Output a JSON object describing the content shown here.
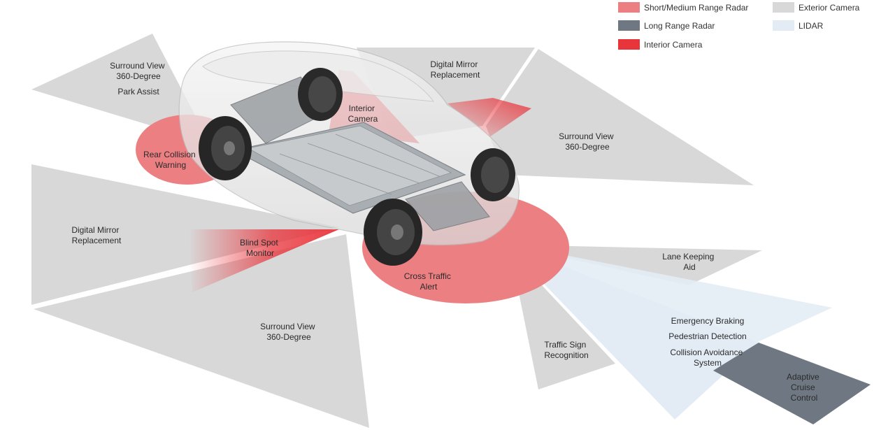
{
  "colors": {
    "short_medium_radar": "#ec7f82",
    "long_range_radar": "#6f7882",
    "interior_camera": "#e8343b",
    "exterior_camera": "#d8d8d8",
    "lidar": "#e3ecf5"
  },
  "legend": {
    "short_medium_radar": "Short/Medium Range Radar",
    "long_range_radar": "Long Range Radar",
    "interior_camera": "Interior Camera",
    "exterior_camera": "Exterior Camera",
    "lidar": "LIDAR"
  },
  "labels": {
    "surround_view_rear_top": [
      "Surround View",
      "360-Degree"
    ],
    "park_assist": "Park Assist",
    "rear_collision_warning": [
      "Rear Collision",
      "Warning"
    ],
    "interior_camera": [
      "Interior",
      "Camera"
    ],
    "digital_mirror_right": [
      "Digital Mirror",
      "Replacement"
    ],
    "surround_view_right": [
      "Surround View",
      "360-Degree"
    ],
    "digital_mirror_left": [
      "Digital Mirror",
      "Replacement"
    ],
    "blind_spot_monitor": [
      "Blind Spot",
      "Monitor"
    ],
    "cross_traffic_alert": [
      "Cross Traffic",
      "Alert"
    ],
    "lane_keeping_aid": [
      "Lane Keeping",
      "Aid"
    ],
    "surround_view_bottom": [
      "Surround View",
      "360-Degree"
    ],
    "emergency_braking": "Emergency Braking",
    "pedestrian_detection": "Pedestrian Detection",
    "collision_avoidance": [
      "Collision Avoidance",
      "System"
    ],
    "traffic_sign_recognition": [
      "Traffic Sign",
      "Recognition"
    ],
    "adaptive_cruise_control": [
      "Adaptive",
      "Cruise",
      "Control"
    ]
  }
}
